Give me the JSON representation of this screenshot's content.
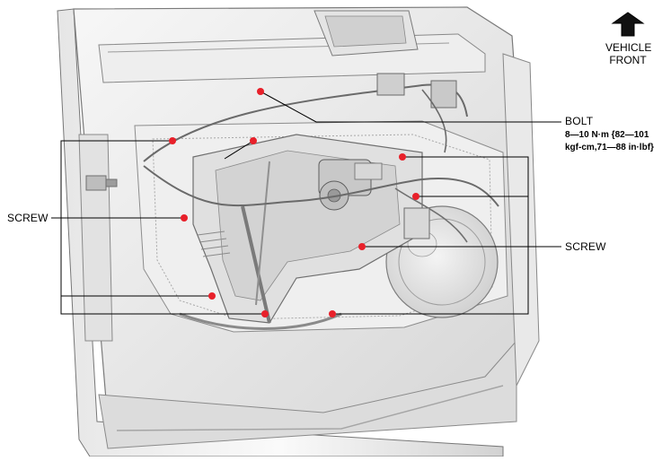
{
  "orientation": {
    "line1": "VEHICLE",
    "line2": "FRONT",
    "arrow_icon": "arrow-up-icon"
  },
  "callouts": {
    "bolt": {
      "label": "BOLT",
      "torque_line1": "8—10 N·m {82—101",
      "torque_line2": "kgf-cm,71—88 in·lbf}"
    },
    "screw_left": {
      "label": "SCREW"
    },
    "screw_right": {
      "label": "SCREW"
    }
  },
  "colors": {
    "fastener_marker": "#e8202a",
    "leader_line": "#000000",
    "panel_light": "#f2f2f2",
    "panel_shadow": "#b9b9b9"
  }
}
